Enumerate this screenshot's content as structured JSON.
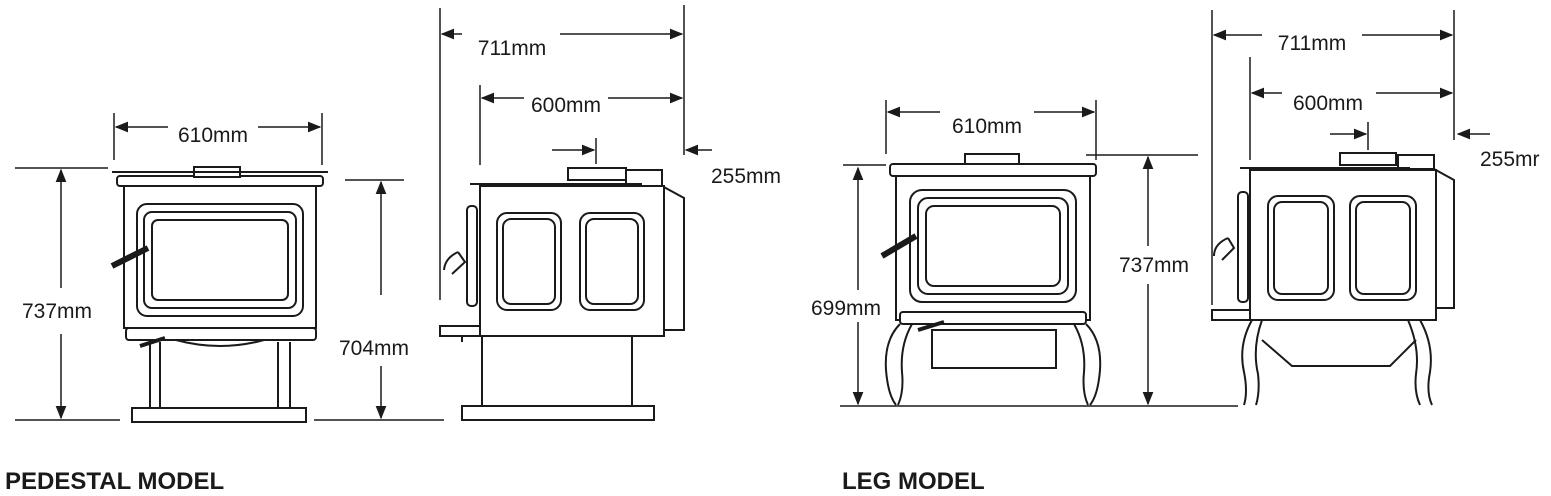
{
  "pedestal": {
    "caption": "PEDESTAL MODEL",
    "front_width": "610mm",
    "front_height": "737mm",
    "height_top": "704mm",
    "side_depth_overall": "711mm",
    "side_depth_body": "600mm",
    "flue_offset": "255mm"
  },
  "leg": {
    "caption": "LEG MODEL",
    "front_width": "610mm",
    "front_height": "699mm",
    "height_overall": "737mm",
    "side_depth_overall": "711mm",
    "side_depth_body": "600mm",
    "flue_offset": "255mr"
  }
}
